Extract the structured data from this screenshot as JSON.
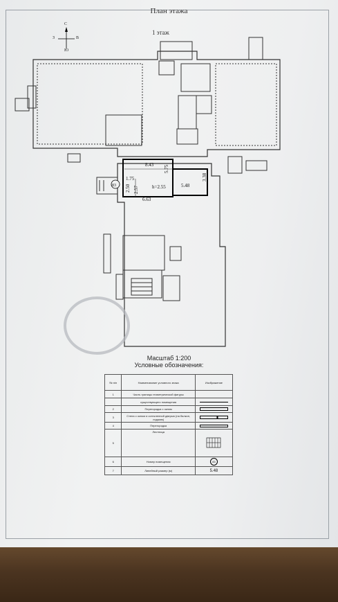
{
  "sheet": {
    "title": "План этажа",
    "floor": "1 этаж",
    "compass": {
      "n": "С",
      "s": "Ю",
      "w": "З",
      "e": "В"
    }
  },
  "plan": {
    "room_number": "83",
    "height": "h=2.55",
    "dims": {
      "top": "8.43",
      "right_vertical": "5.75",
      "left_small": "1.75",
      "left_v1": "2.50",
      "left_v2": "2.57",
      "bottom": "6.63",
      "annex_width": "5.48",
      "annex_height": "3.38"
    }
  },
  "scale": {
    "label": "Масштаб 1:200",
    "legend_title": "Условные обозначения:"
  },
  "legend": {
    "headers": {
      "num": "№ п/п",
      "name": "Наименование условного знака",
      "image": "Изображение"
    },
    "rows": [
      {
        "num": "1",
        "name": "Часть границы геометрической фигуры",
        "sym": ""
      },
      {
        "num": "",
        "name": "существующего помещения",
        "sym": "line"
      },
      {
        "num": "2",
        "name": "Перегородка с окном",
        "sym": "win"
      },
      {
        "num": "3",
        "name": "Стена с окном и остекленной дверью (на балкон, лоджию)",
        "sym": "door"
      },
      {
        "num": "4",
        "name": "Перегородка",
        "sym": "thin"
      },
      {
        "num": "5",
        "name": "Лестница",
        "sym": "stair"
      },
      {
        "num": "6",
        "name": "Номер помещения",
        "sym": "83"
      },
      {
        "num": "7",
        "name": "Линейный размер (м)",
        "sym": "5.48"
      }
    ]
  }
}
